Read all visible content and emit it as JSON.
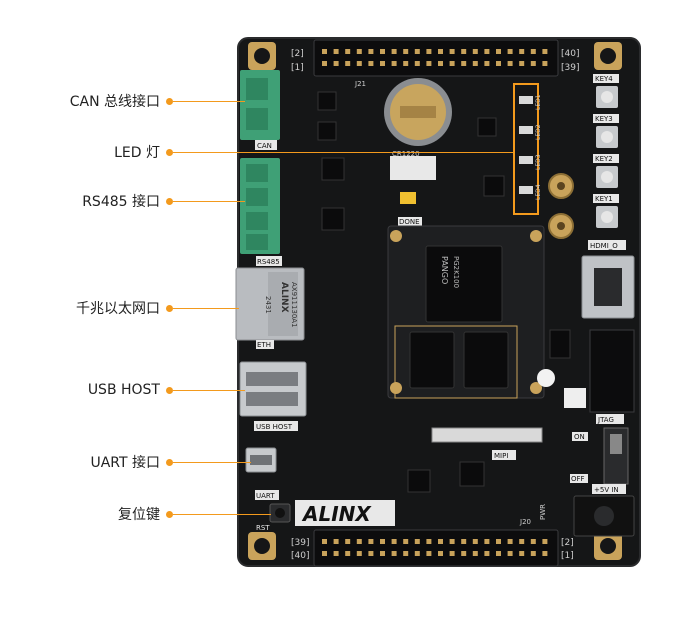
{
  "callouts": [
    {
      "id": "can",
      "label": "CAN 总线接口"
    },
    {
      "id": "led",
      "label": "LED 灯"
    },
    {
      "id": "rs485",
      "label": "RS485 接口"
    },
    {
      "id": "eth",
      "label": "千兆以太网口"
    },
    {
      "id": "usb",
      "label": "USB HOST"
    },
    {
      "id": "uart",
      "label": "UART 接口"
    },
    {
      "id": "rst",
      "label": "复位键"
    }
  ],
  "board": {
    "brand": "ALINX",
    "silkscreen": {
      "can": "CAN",
      "rs485": "RS485",
      "eth": "ETH",
      "usb_host": "USB HOST",
      "uart": "UART",
      "rst": "RST",
      "mipi": "MIPI",
      "pwr": "PWR",
      "j20": "J20",
      "j21": "J21",
      "done": "DONE",
      "hdmi_o": "HDMI_O",
      "jtag": "JTAG",
      "on": "ON",
      "off": "OFF",
      "vin": "+5V IN",
      "coin_cell": "CR1220",
      "top_left_pins": "[2]",
      "top_left_pins2": "[1]",
      "top_right_pins": "[40]",
      "top_right_pins2": "[39]",
      "bottom_left_pins": "[39]",
      "bottom_left_pins2": "[40]",
      "bottom_right_pins": "[2]",
      "bottom_right_pins2": "[1]",
      "led_labels": [
        "LED1",
        "LED2",
        "LED3",
        "LED4"
      ],
      "key_labels": [
        "KEY4",
        "KEY3",
        "KEY2",
        "KEY1"
      ],
      "fpga_vendor": "PANGO",
      "fpga_part": "PG2K100",
      "magjack_brand": "ALINX",
      "magjack_part": "AX911130A1",
      "magjack_code": "2431"
    }
  }
}
